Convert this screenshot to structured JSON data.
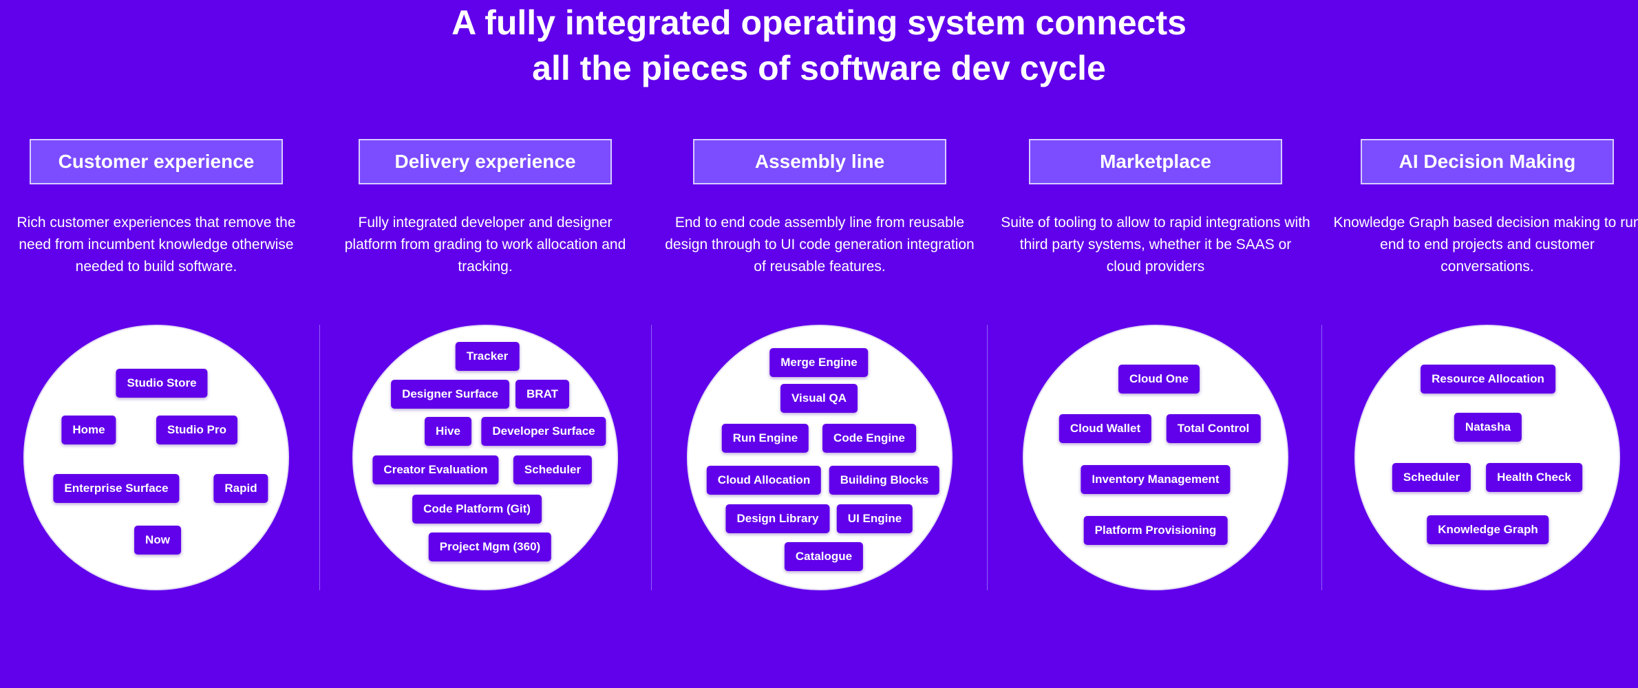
{
  "title": {
    "line1": "A fully integrated operating system connects",
    "line2": "all the pieces of software dev cycle"
  },
  "columns": [
    {
      "heading": "Customer experience",
      "description": "Rich customer experiences that remove the need from incumbent knowledge otherwise needed to build software.",
      "items": [
        "Studio Store",
        "Home",
        "Studio Pro",
        "Enterprise Surface",
        "Rapid",
        "Now"
      ]
    },
    {
      "heading": "Delivery experience",
      "description": "Fully integrated developer and designer platform from grading to work allocation and tracking.",
      "items": [
        "Tracker",
        "Designer Surface",
        "BRAT",
        "Hive",
        "Developer Surface",
        "Creator Evaluation",
        "Scheduler",
        "Code Platform (Git)",
        "Project Mgm (360)"
      ]
    },
    {
      "heading": "Assembly line",
      "description": "End to end code assembly line from reusable design through to UI code generation integration of reusable features.",
      "items": [
        "Merge Engine",
        "Visual QA",
        "Run Engine",
        "Code Engine",
        "Cloud Allocation",
        "Building Blocks",
        "Design Library",
        "UI Engine",
        "Catalogue"
      ]
    },
    {
      "heading": "Marketplace",
      "description": "Suite of tooling to allow to rapid integrations with third party systems, whether it be SAAS or cloud providers",
      "items": [
        "Cloud One",
        "Cloud Wallet",
        "Total Control",
        "Inventory Management",
        "Platform Provisioning"
      ]
    },
    {
      "heading": "AI Decision Making",
      "description": "Knowledge Graph based decision making to run end to end projects and customer conversations.",
      "items": [
        "Resource Allocation",
        "Natasha",
        "Scheduler",
        "Health Check",
        "Knowledge Graph"
      ]
    }
  ],
  "colors": {
    "background": "#6100ea",
    "header_box": "#7b4dff",
    "chip": "#6100ea",
    "circle": "#ffffff"
  }
}
